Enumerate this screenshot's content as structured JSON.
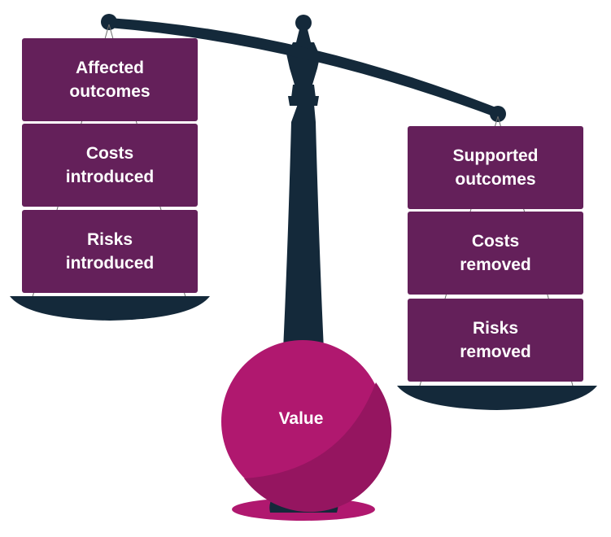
{
  "left_pan": {
    "items": [
      {
        "label": "Affected\noutcomes"
      },
      {
        "label": "Costs\nintroduced"
      },
      {
        "label": "Risks\nintroduced"
      }
    ]
  },
  "right_pan": {
    "items": [
      {
        "label": "Supported\noutcomes"
      },
      {
        "label": "Costs\nremoved"
      },
      {
        "label": "Risks\nremoved"
      }
    ]
  },
  "counterweight": {
    "label": "Value"
  },
  "colors": {
    "box_fill": "#64205a",
    "scale_dark": "#14293a",
    "ball": "#b0186f",
    "ball_shadow": "#951560",
    "base": "#b0186f"
  }
}
